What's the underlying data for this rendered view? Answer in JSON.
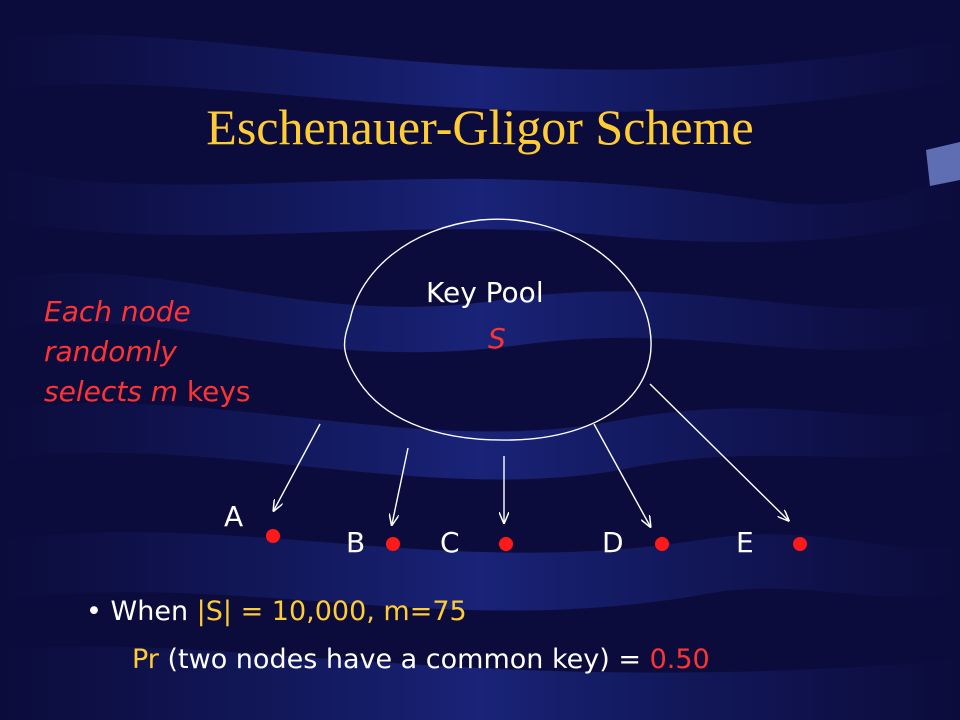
{
  "slide": {
    "title": "Eschenauer-Gligor Scheme",
    "pool_title": "Key Pool",
    "pool_symbol": "S",
    "note": {
      "line1": "Each node",
      "line2": "randomly",
      "line3_prefix": "selects ",
      "line3_m": "m",
      "line3_suffix": " keys"
    },
    "nodes": [
      {
        "label": "A"
      },
      {
        "label": "B"
      },
      {
        "label": "C"
      },
      {
        "label": "D"
      },
      {
        "label": "E"
      }
    ],
    "bullet": {
      "marker": "•",
      "when": "When ",
      "s_expr": "|S| = 10,000, m=75",
      "pr": "Pr",
      "pr_text": " (two nodes have a common key) = ",
      "pr_value": "0.50"
    }
  },
  "colors": {
    "background": "#0c0c3c",
    "title": "#ffcc33",
    "accent_red": "#ff3333",
    "text": "#ffffff"
  }
}
